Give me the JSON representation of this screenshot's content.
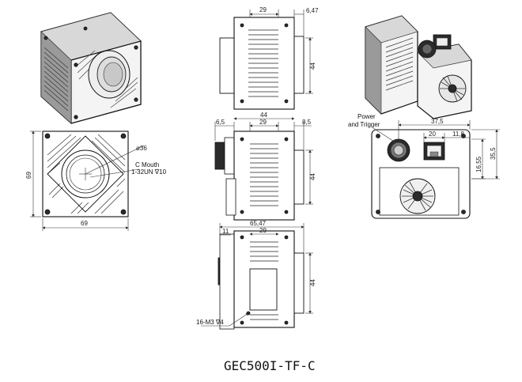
{
  "model": "GEC500I-TF-C",
  "front_view": {
    "width_dim": "69",
    "height_dim": "69",
    "lens_dia": "ø36",
    "mount_label_1": "C Mouth",
    "mount_label_2": "1-32UN ∇10"
  },
  "top_view": {
    "dim_body": "29",
    "dim_flange": "6,47",
    "dim_height": "44"
  },
  "side_view": {
    "dim_total": "44",
    "dim_left": "6,5",
    "dim_body": "29",
    "dim_right": "8,5",
    "dim_height": "44"
  },
  "bottom_view": {
    "dim_total": "65,47",
    "dim_flange": "11",
    "dim_body": "29",
    "dim_height": "44",
    "thread_note": "16-M3 ∇4"
  },
  "rear_view": {
    "connector_label_1": "Power",
    "connector_label_2": "and Trigger",
    "dim_width": "37,5",
    "dim_port_x": "20",
    "dim_port_offset": "11,8",
    "dim_port_h": "16,55",
    "dim_height": "35,5"
  },
  "icons": [
    "camera-front-iso-icon",
    "camera-rear-iso-icon",
    "c-mount-lens-icon",
    "power-trigger-connector-icon",
    "rj45-port-icon",
    "cooling-fan-icon",
    "mounting-hole-icon"
  ]
}
